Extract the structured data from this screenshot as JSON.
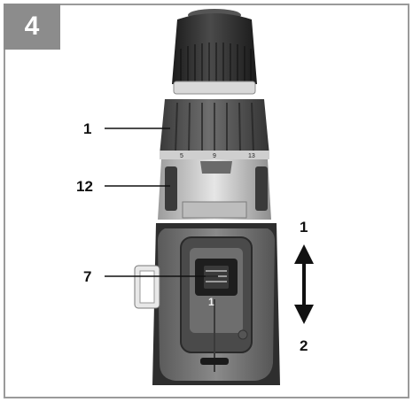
{
  "figure": {
    "number": "4"
  },
  "callouts": {
    "torque_collar": "1",
    "gear_selector": "12",
    "direction_switch": "7"
  },
  "direction_arrow": {
    "top_label": "1",
    "bottom_label": "2"
  },
  "switch_marking": "1",
  "collar_scale": [
    "5",
    "9",
    "13"
  ],
  "colors": {
    "badge": "#8c8c8c",
    "frame": "#9a9a9a"
  }
}
